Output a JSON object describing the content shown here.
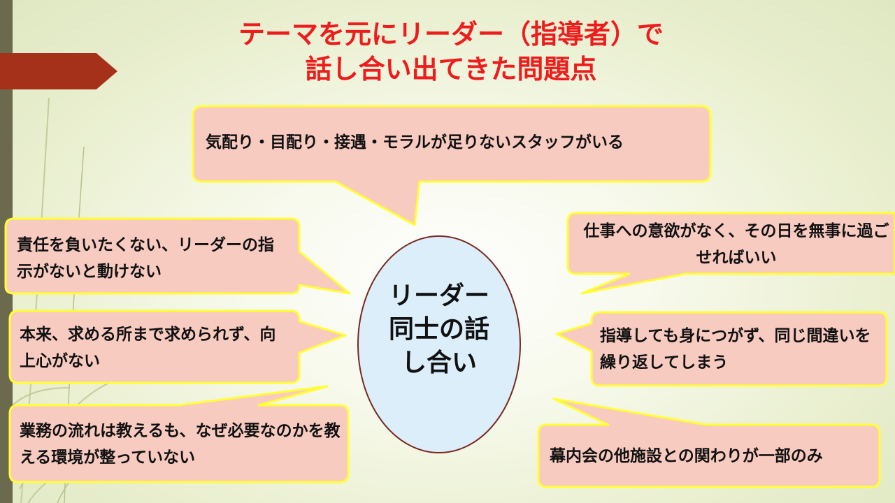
{
  "slide": {
    "title_line1": "テーマを元にリーダー（指導者）で",
    "title_line2": "話し合い出てきた問題点"
  },
  "center": {
    "line1": "リーダー",
    "line2": "同士の話",
    "line3": "し合い"
  },
  "callouts": {
    "top": "気配り・目配り・接遇・モラルが足りないスタッフがいる",
    "left1": "責任を負いたくない、リーダーの指示がないと動けない",
    "left2": "本来、求める所まで求められず、向上心がない",
    "left3": "業務の流れは教えるも、なぜ必要なのかを教える環境が整っていない",
    "right1": "仕事への意欲がなく、その日を無事に過ごせればいい",
    "right2": "指導しても身につがず、同じ間違いを繰り返してしまう",
    "right3": "幕内会の他施設との関わりが一部のみ"
  },
  "colors": {
    "title_red": "#ee1c1c",
    "bubble_fill": "#f8cbc1",
    "bubble_border": "#ffff33",
    "ellipse_fill": "#dbeefa",
    "ellipse_border": "#7a2a20",
    "accent_tab": "#a5311a",
    "side_bar": "#6b6a4e"
  }
}
